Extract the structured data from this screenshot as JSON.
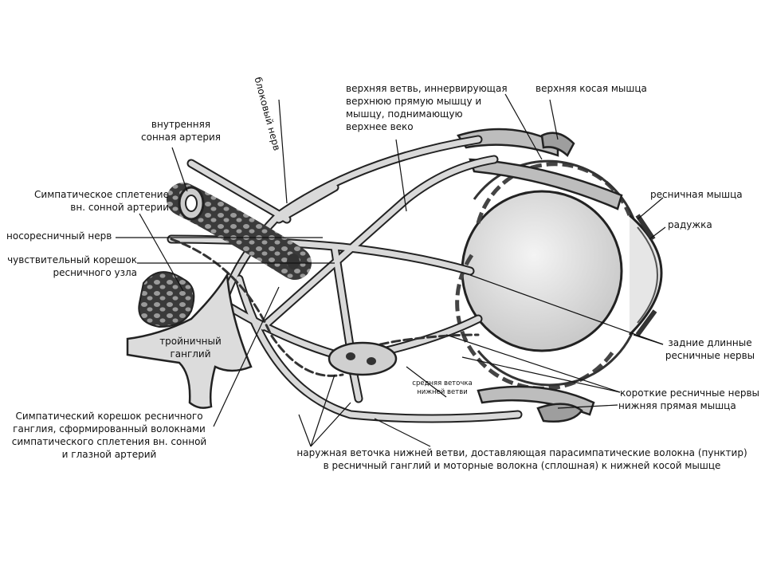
{
  "labels": {
    "trochlear": "блоковый нерв",
    "superior_branch": [
      "верхняя ветвь, иннервирующая",
      "верхнюю прямую мышцу и",
      "мышцу, поднимающую",
      "верхнее веко"
    ],
    "superior_oblique": "верхняя косая мышца",
    "internal_carotid": [
      "внутренняя",
      "сонная артерия"
    ],
    "sympathetic_plexus": [
      "Симпатическое сплетение",
      "вн. сонной артерии"
    ],
    "nasociliary": "носоресничный нерв",
    "sensory_root": [
      "чувствительный корешок",
      "ресничного узла"
    ],
    "ciliary_muscle": "ресничная мышца",
    "iris": "радужка",
    "trigeminal_ganglion": [
      "тройничный",
      "ганглий"
    ],
    "long_ciliary": [
      "задние длинные",
      "ресничные нервы"
    ],
    "short_ciliary": "короткие ресничные нервы",
    "inferior_rectus": "нижняя прямая мышца",
    "middle_branch": [
      "средняя веточка",
      "нижней ветви"
    ],
    "sympathetic_root": [
      "Симпатический корешок ресничного",
      "ганглия, сформированный волокнами",
      "симпатического сплетения вн. сонной",
      "и глазной артерий"
    ],
    "outer_branch": [
      "наружная веточка нижней ветви, доставляющая парасимпатические волокна (пунктир)",
      "в ресничный ганглий и моторные волокна (сплошная) к нижней косой мышце"
    ]
  }
}
